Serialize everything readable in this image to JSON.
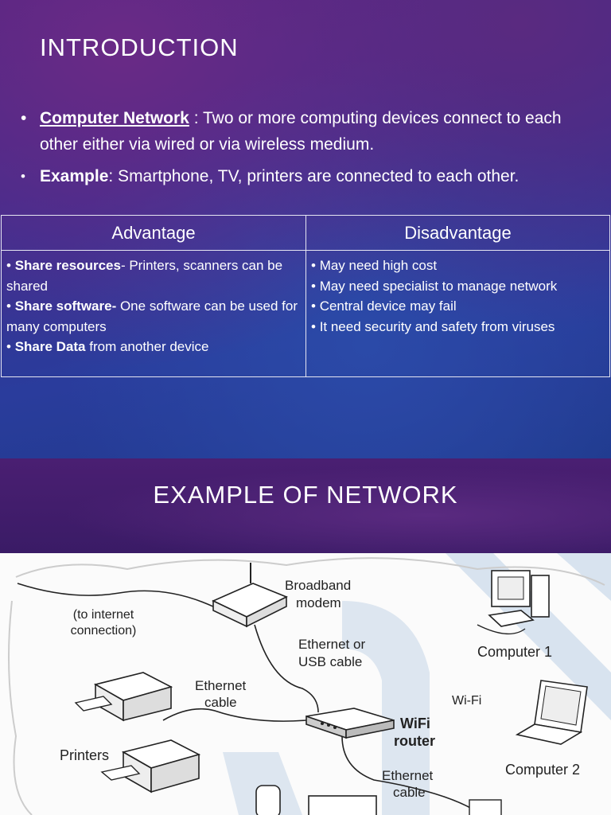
{
  "slide1": {
    "title": "INTRODUCTION",
    "bullet1": {
      "term": "Computer Network",
      "rest": " : Two or more computing devices connect to each other either via wired or via wireless medium."
    },
    "bullet2": {
      "term": "Example",
      "rest": ": Smartphone, TV, printers are connected to each other."
    },
    "table": {
      "headers": [
        "Advantage",
        "Disadvantage"
      ],
      "advantages": [
        {
          "term": "Share resources",
          "rest": "- Printers, scanners can be shared"
        },
        {
          "term": "Share software-",
          "rest": " One software can be used for many computers"
        },
        {
          "term": "Share Data",
          "rest": " from another device"
        }
      ],
      "disadvantages": [
        "May need high cost",
        "May need specialist to manage network",
        "Central device may fail",
        "It need security and safety from viruses"
      ]
    }
  },
  "slide2": {
    "title": "EXAMPLE  OF  NETWORK",
    "diagram_labels": {
      "internet": [
        "(to internet",
        "connection)"
      ],
      "modem": [
        "Broadband",
        "modem"
      ],
      "eth_usb": [
        "Ethernet or",
        "USB cable"
      ],
      "computer1": "Computer 1",
      "wifi": "Wi-Fi",
      "eth_cable1": [
        "Ethernet",
        "cable"
      ],
      "printers": "Printers",
      "router": [
        "WiFi",
        "router"
      ],
      "computer2": "Computer 2",
      "eth_cable2": [
        "Ethernet",
        "cable"
      ]
    }
  }
}
